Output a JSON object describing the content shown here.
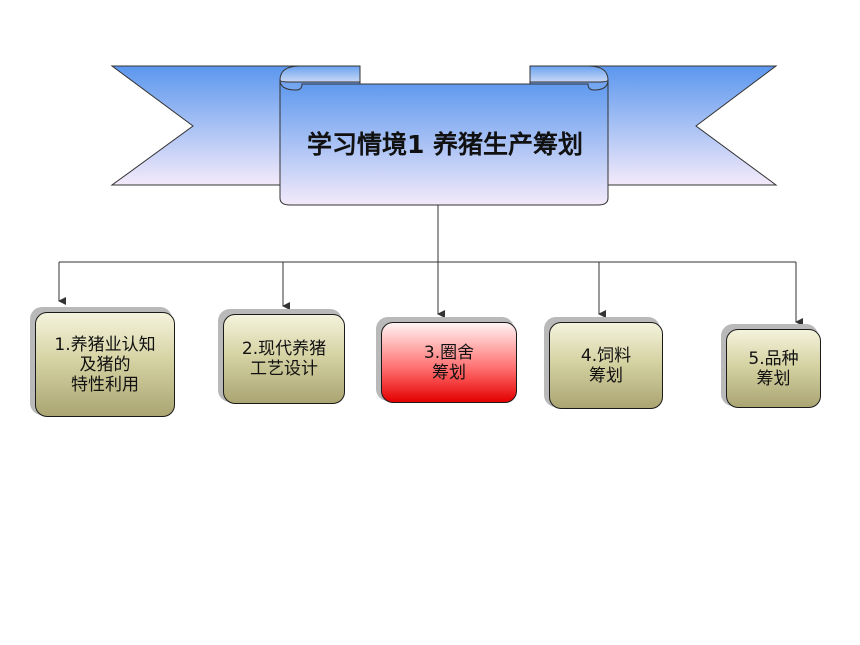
{
  "title": "学习情境1  养猪生产筹划",
  "nodes": [
    {
      "id": "n1",
      "label": "1.养猪业认知\n及猪的\n特性利用",
      "highlight": false
    },
    {
      "id": "n2",
      "label": "2.现代养猪\n工艺设计",
      "highlight": false
    },
    {
      "id": "n3",
      "label": "3.圈舍\n筹划",
      "highlight": true
    },
    {
      "id": "n4",
      "label": "4.饲料\n筹划",
      "highlight": false
    },
    {
      "id": "n5",
      "label": "5.品种\n筹划",
      "highlight": false
    }
  ],
  "colors": {
    "banner_top": "#5b97ee",
    "banner_bottom": "#f3eafa",
    "node_olive": "#d6d3a4",
    "node_red": "#ff3030",
    "line": "#333333"
  }
}
